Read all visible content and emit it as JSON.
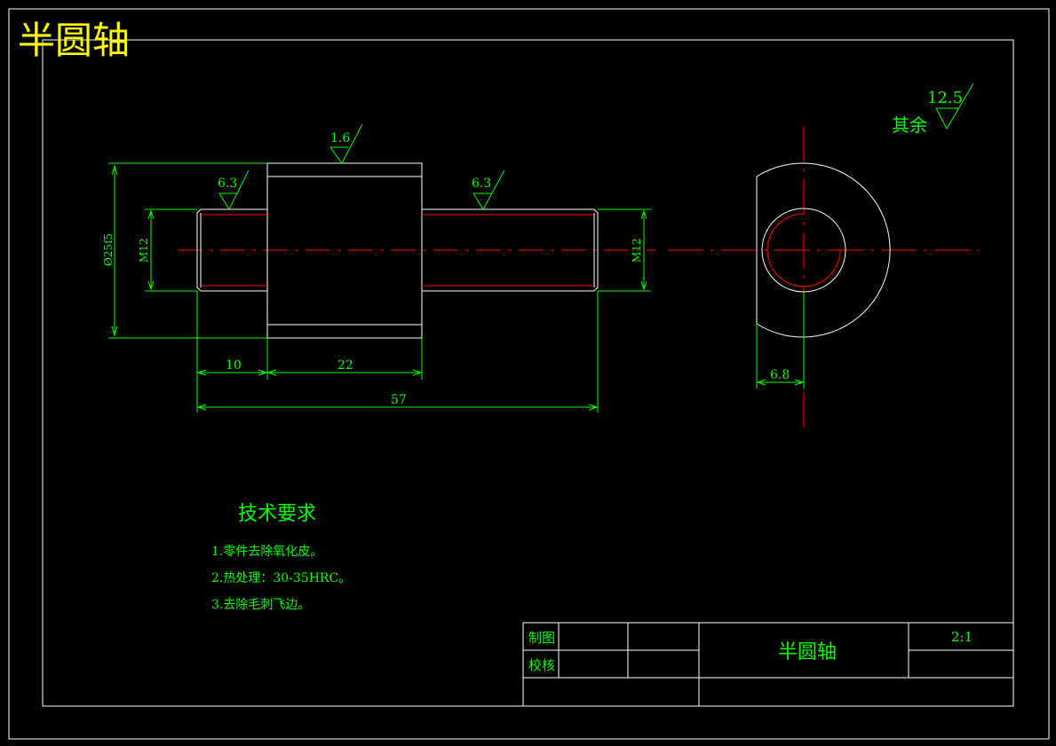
{
  "header": {
    "title": "半圆轴"
  },
  "front_view": {
    "roughness_top": "1.6",
    "roughness_left": "6.3",
    "roughness_right": "6.3",
    "dim_diameter": "Ø25f5",
    "dim_thread_left": "M12",
    "dim_thread_right": "M12",
    "dim_len_10": "10",
    "dim_len_22": "22",
    "dim_len_57": "57"
  },
  "side_view": {
    "dim_flat": "6.8",
    "roughness_other_label": "其余",
    "roughness_other_value": "12.5"
  },
  "tech_req": {
    "title": "技术要求",
    "items": [
      "1.零件去除氧化皮。",
      "2.热处理：30-35HRC。",
      "3.去除毛刺飞边。"
    ]
  },
  "title_block": {
    "drawn_label": "制图",
    "checked_label": "校核",
    "part_name": "半圆轴",
    "scale": "2:1"
  },
  "colors": {
    "outline": "#ffffff",
    "dimension": "#00ff00",
    "center": "#ff0000",
    "title": "#ffff00"
  }
}
